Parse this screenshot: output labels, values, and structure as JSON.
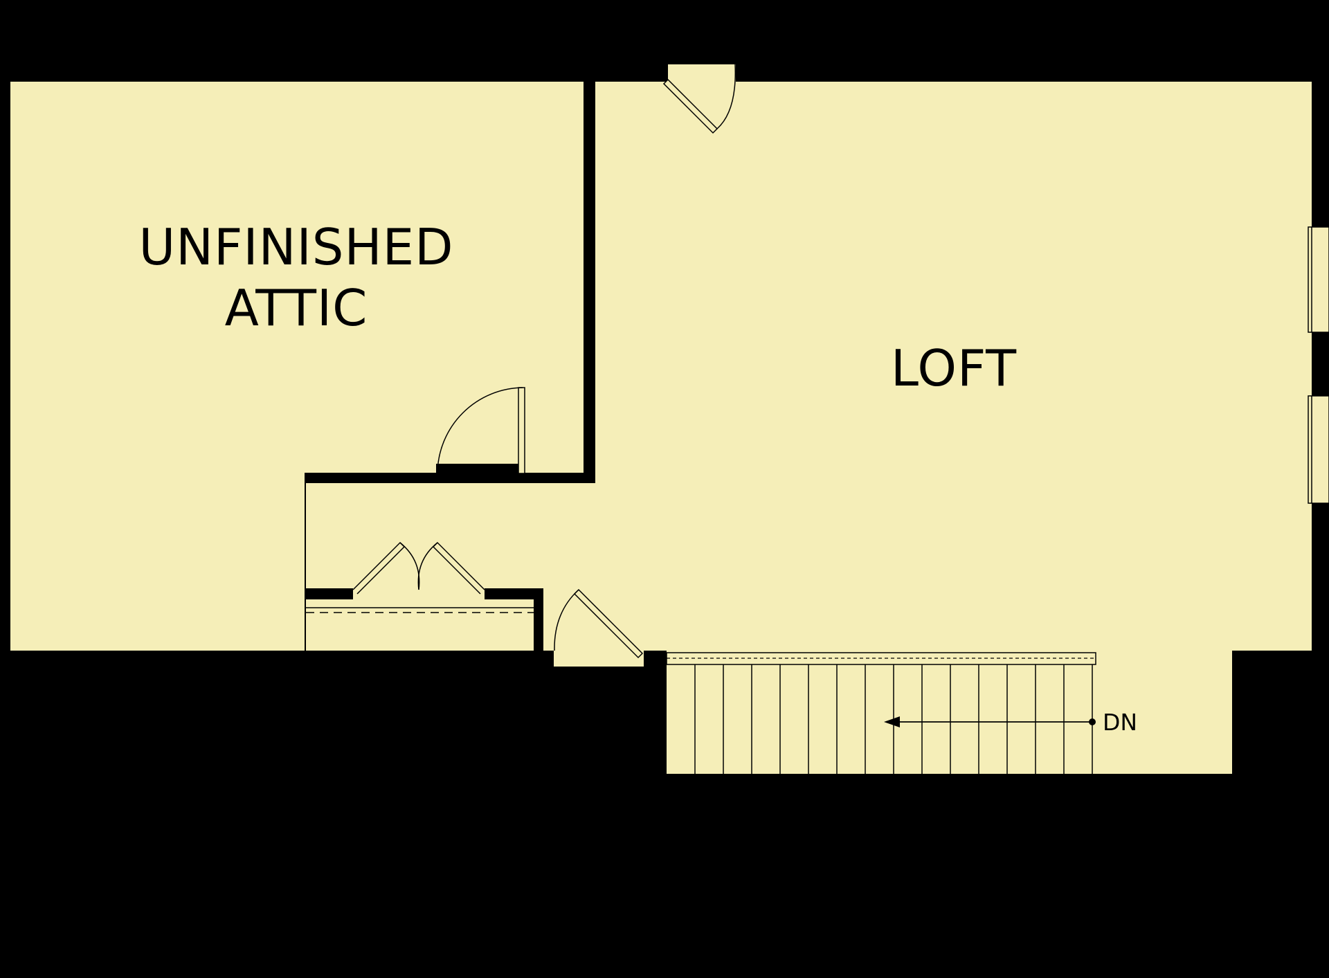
{
  "rooms": {
    "attic_line1": "UNFINISHED",
    "attic_line2": "ATTIC",
    "loft": "LOFT"
  },
  "stair": {
    "direction_label": "DN"
  },
  "colors": {
    "floor": "#F5EEB8",
    "wall": "#000000",
    "background": "#000000"
  }
}
